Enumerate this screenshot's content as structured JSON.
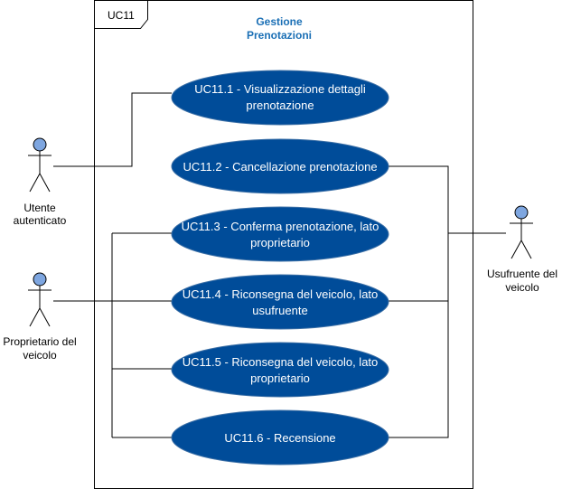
{
  "frame": {
    "tag": "UC11"
  },
  "system": {
    "title_line1": "Gestione",
    "title_line2": "Prenotazioni"
  },
  "colors": {
    "usecase_fill": "#004c99",
    "usecase_stroke": "#3a6ea5",
    "actor_head": "#7ea6e0",
    "title": "#1a6fb5"
  },
  "use_cases": [
    {
      "id": "uc11-1",
      "line1": "UC11.1 - Visualizzazione dettagli",
      "line2": "prenotazione"
    },
    {
      "id": "uc11-2",
      "line1": "UC11.2 - Cancellazione prenotazione",
      "line2": ""
    },
    {
      "id": "uc11-3",
      "line1": "UC11.3 - Conferma prenotazione, lato",
      "line2": "proprietario"
    },
    {
      "id": "uc11-4",
      "line1": "UC11.4 - Riconsegna del veicolo, lato",
      "line2": "usufruente"
    },
    {
      "id": "uc11-5",
      "line1": "UC11.5 - Riconsegna del veicolo, lato",
      "line2": "proprietario"
    },
    {
      "id": "uc11-6",
      "line1": "UC11.6 - Recensione",
      "line2": ""
    }
  ],
  "actors": {
    "utente": {
      "line1": "Utente",
      "line2": "autenticato",
      "icon": "stick-figure-icon"
    },
    "proprietario": {
      "line1": "Proprietario del",
      "line2": "veicolo",
      "icon": "stick-figure-icon"
    },
    "usufruente": {
      "line1": "Usufruente del",
      "line2": "veicolo",
      "icon": "stick-figure-icon"
    }
  }
}
